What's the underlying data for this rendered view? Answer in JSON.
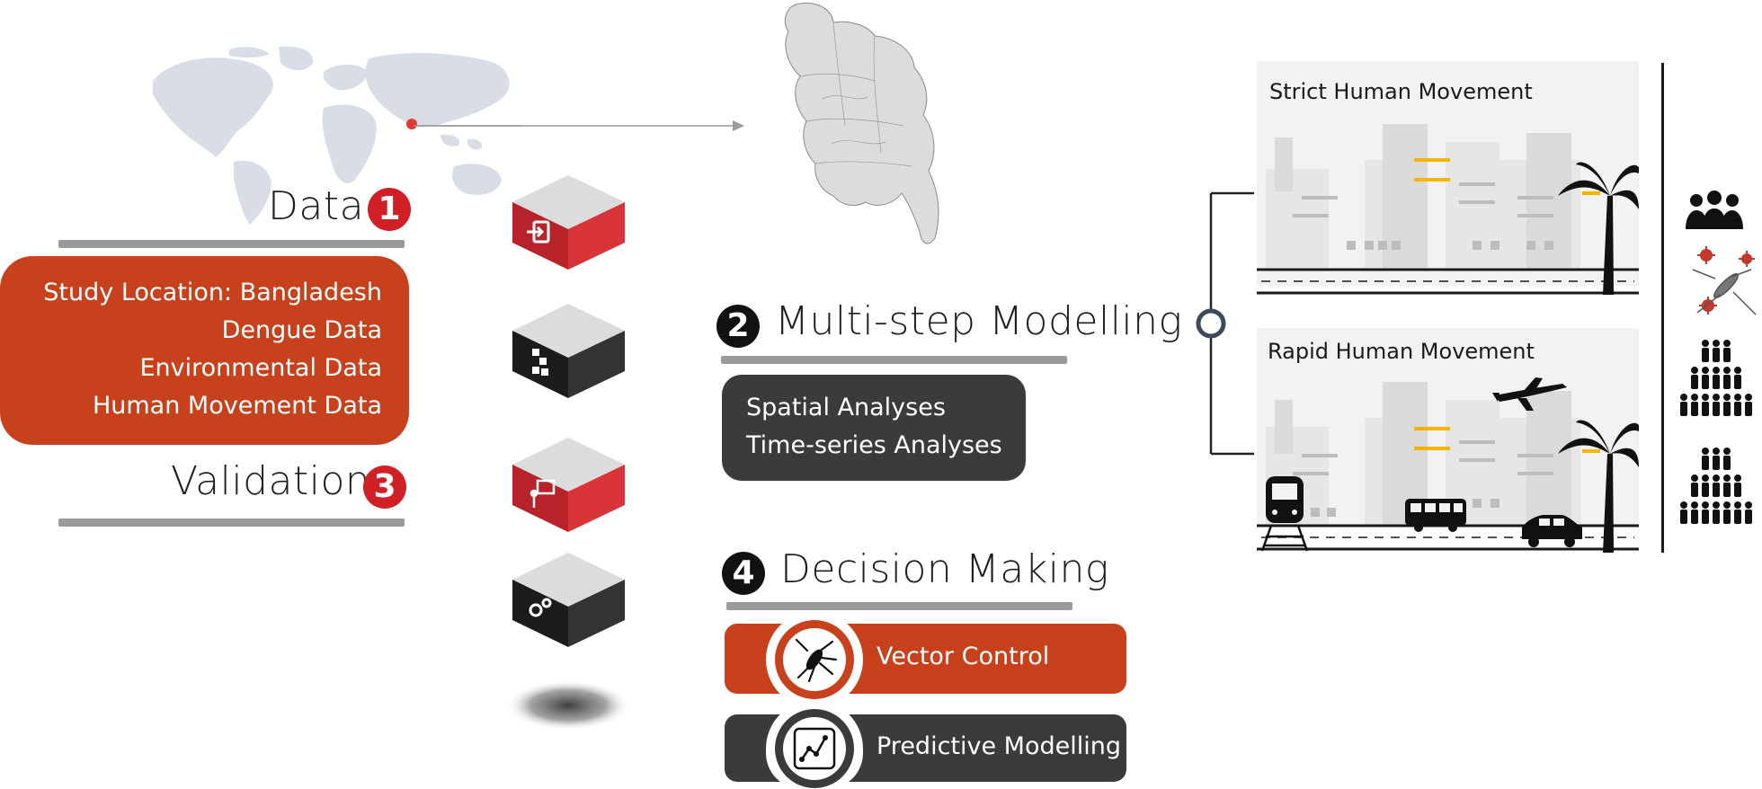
{
  "colors": {
    "red_badge": "#d11f26",
    "orange_panel": "#c7411c",
    "dark_panel": "#3b3b3b",
    "map_land": "#d9dee6",
    "map_dot": "#e53935",
    "divider": "#9a9a9a"
  },
  "section1": {
    "title": "Data",
    "number": "1",
    "items": [
      "Study Location: Bangladesh",
      "Dengue Data",
      "Environmental Data",
      "Human Movement Data"
    ]
  },
  "section3": {
    "title": "Validation",
    "number": "3"
  },
  "section2": {
    "title": "Multi-step Modelling",
    "number": "2",
    "items": [
      "Spatial Analyses",
      "Time-series Analyses"
    ]
  },
  "section4": {
    "title": "Decision Making",
    "number": "4",
    "buttons": [
      {
        "label": "Vector Control",
        "icon": "mosquito-icon"
      },
      {
        "label": "Predictive Modelling",
        "icon": "line-chart-icon"
      }
    ]
  },
  "scenarios": {
    "strict": {
      "title": "Strict Human Movement"
    },
    "rapid": {
      "title": "Rapid Human Movement"
    }
  },
  "cubes": [
    {
      "top": "#dcdcdc",
      "side": "#d9343a",
      "icon": "input-arrow-icon"
    },
    {
      "top": "#dcdcdc",
      "side": "#2a2a2a",
      "icon": "puzzle-icon"
    },
    {
      "top": "#dcdcdc",
      "side": "#d9343a",
      "icon": "presenter-icon"
    },
    {
      "top": "#dcdcdc",
      "side": "#2a2a2a",
      "icon": "gears-icon"
    }
  ],
  "side_icons": [
    "people-group-icon",
    "virus-mosquito-icon",
    "crowd-small-icon",
    "crowd-large-icon"
  ]
}
